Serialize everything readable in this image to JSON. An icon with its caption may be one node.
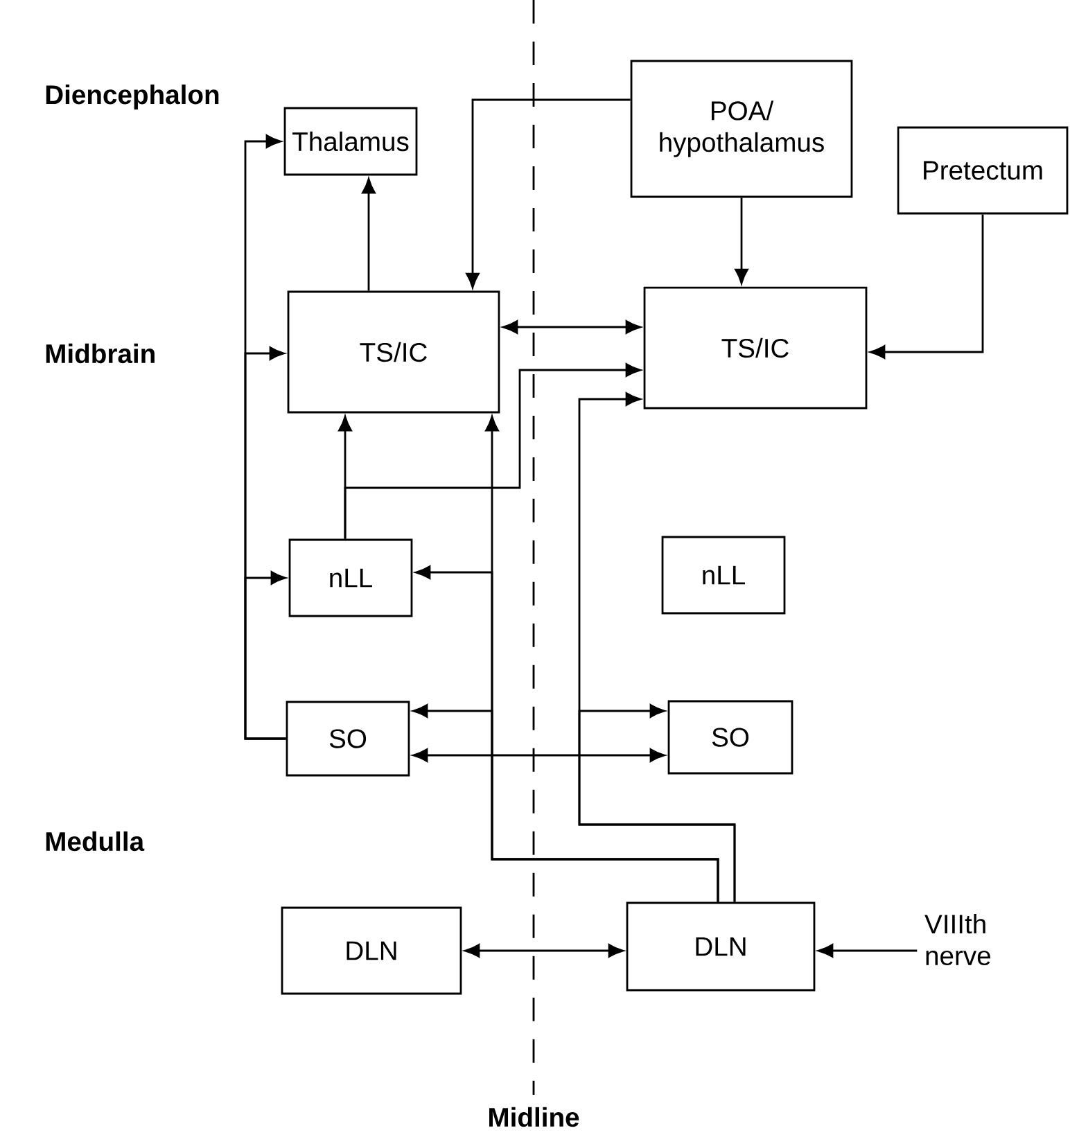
{
  "diagram": {
    "nodes": [
      {
        "text": [
          "Thalamus"
        ]
      },
      {
        "text": [
          "POA/ hypothalamus"
        ]
      },
      {
        "text": [
          "Pretectum"
        ]
      },
      {
        "text": [
          "TS/IC"
        ]
      },
      {
        "text": [
          "TS/IC"
        ]
      },
      {
        "text": [
          "nLL"
        ]
      },
      {
        "text": [
          "nLL"
        ]
      },
      {
        "text": [
          "SO"
        ]
      },
      {
        "text": [
          "SO"
        ]
      },
      {
        "text": [
          "DLN"
        ]
      },
      {
        "text": [
          "DLN"
        ]
      },
      {
        "text": [
          "VIIIth nerve"
        ]
      }
    ],
    "edges": [
      {
        "from": 7,
        "to": 0,
        "arrow": "to"
      },
      {
        "from": 7,
        "to": 3,
        "arrow": "to"
      },
      {
        "from": 7,
        "to": 5,
        "arrow": "to"
      },
      {
        "from": 3,
        "to": 0,
        "arrow": "to"
      },
      {
        "from": 1,
        "to": 3,
        "arrow": "to"
      },
      {
        "from": 1,
        "to": 4,
        "arrow": "to"
      },
      {
        "from": 2,
        "to": 4,
        "arrow": "to"
      },
      {
        "from": 3,
        "to": 4,
        "arrow": "both"
      },
      {
        "from": 5,
        "to": 3,
        "arrow": "to"
      },
      {
        "from": 5,
        "to": 4,
        "arrow": "to"
      },
      {
        "from": 10,
        "to": 3,
        "arrow": "to"
      },
      {
        "from": 10,
        "to": 5,
        "arrow": "to"
      },
      {
        "from": 10,
        "to": 7,
        "arrow": "to"
      },
      {
        "from": 10,
        "to": 4,
        "arrow": "to"
      },
      {
        "from": 10,
        "to": 8,
        "arrow": "to"
      },
      {
        "from": 7,
        "to": 8,
        "arrow": "both"
      },
      {
        "from": 9,
        "to": 10,
        "arrow": "both"
      },
      {
        "from": 11,
        "to": 10,
        "arrow": "to"
      }
    ],
    "labels": [
      "Diencephalon",
      "Midbrain",
      "Medulla",
      "Midline"
    ]
  }
}
